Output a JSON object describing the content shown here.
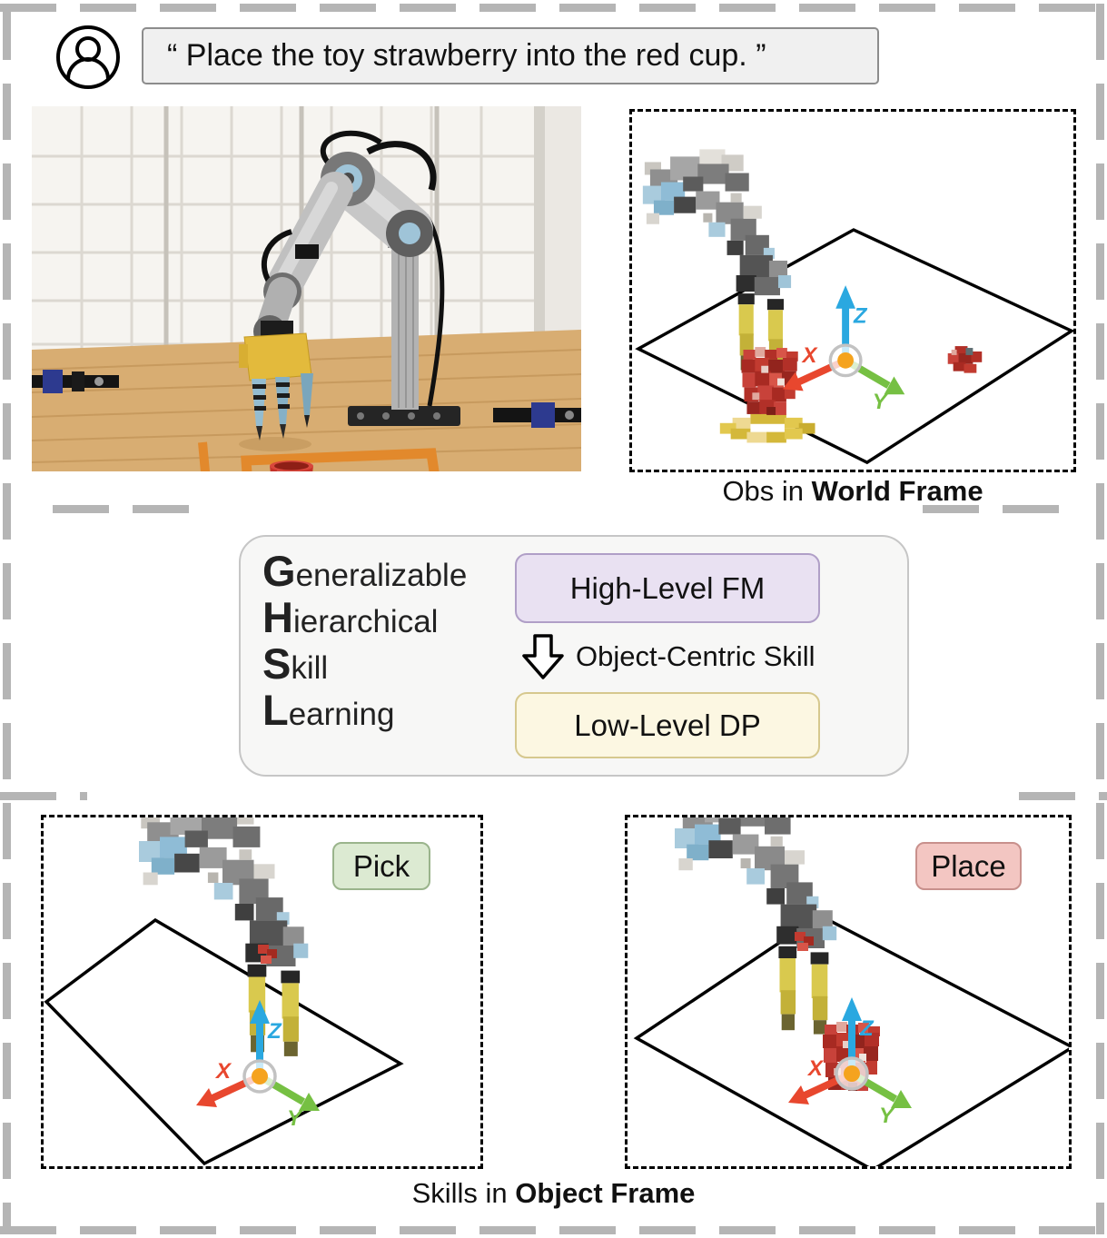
{
  "prompt": {
    "text": "“ Place the toy strawberry into the red cup. ”"
  },
  "captions": {
    "world": {
      "prefix": "Obs in ",
      "bold": "World Frame"
    },
    "object": {
      "prefix": "Skills in ",
      "bold": "Object Frame"
    }
  },
  "method": {
    "acronym": [
      {
        "initial": "G",
        "rest": "eneralizable"
      },
      {
        "initial": "H",
        "rest": "ierarchical"
      },
      {
        "initial": "S",
        "rest": "kill"
      },
      {
        "initial": "L",
        "rest": "earning"
      }
    ],
    "high_level": "High-Level FM",
    "arrow_label": "Object-Centric Skill",
    "low_level": "Low-Level DP"
  },
  "skills": {
    "pick": "Pick",
    "place": "Place"
  },
  "axes": {
    "x": "X",
    "y": "Y",
    "z": "Z"
  },
  "colors": {
    "high_level_bg": "#e9e1f2",
    "low_level_bg": "#fcf7e2",
    "pick_bg": "#dcead2",
    "place_bg": "#f3c6c2",
    "axis_x": "#e8472e",
    "axis_y": "#76c043",
    "axis_z": "#2aa8e0",
    "origin_dot": "#f5a31e",
    "tape_orange": "#e2892c"
  }
}
